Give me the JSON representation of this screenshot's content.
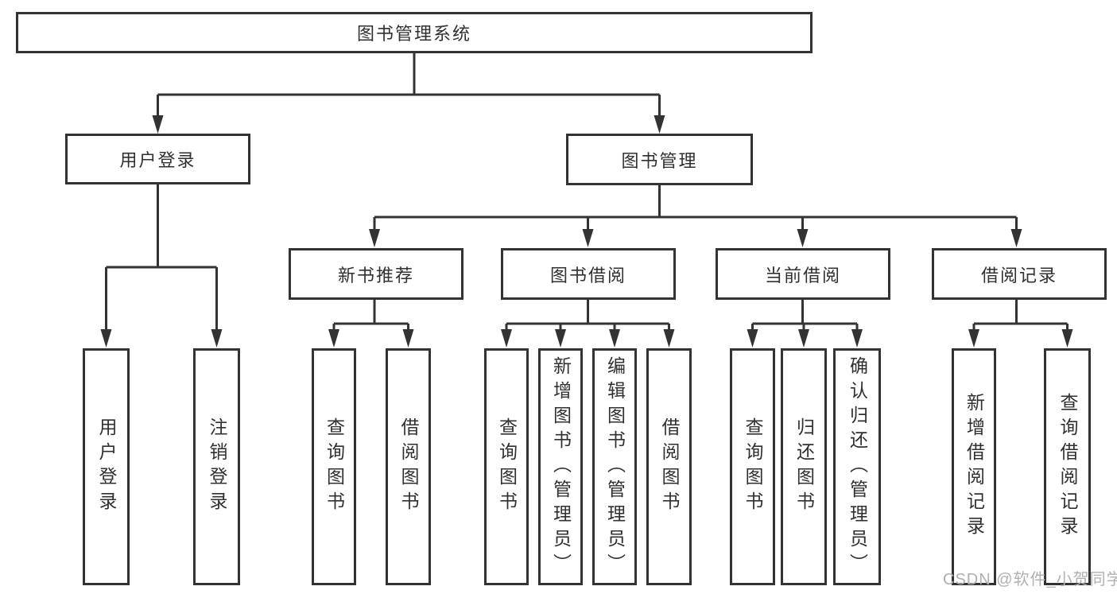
{
  "diagram": {
    "type": "org-tree",
    "root": {
      "label": "图书管理系统"
    },
    "branches": [
      {
        "label": "用户登录",
        "children": [
          {
            "label": "用户登录"
          },
          {
            "label": "注销登录"
          }
        ]
      },
      {
        "label": "图书管理",
        "groups": [
          {
            "label": "新书推荐",
            "children": [
              {
                "label": "查询图书"
              },
              {
                "label": "借阅图书"
              }
            ]
          },
          {
            "label": "图书借阅",
            "children": [
              {
                "label": "查询图书"
              },
              {
                "label": "新增图书（管理员）"
              },
              {
                "label": "编辑图书（管理员）"
              },
              {
                "label": "借阅图书"
              }
            ]
          },
          {
            "label": "当前借阅",
            "children": [
              {
                "label": "查询图书"
              },
              {
                "label": "归还图书"
              },
              {
                "label": "确认归还（管理员）"
              }
            ]
          },
          {
            "label": "借阅记录",
            "children": [
              {
                "label": "新增借阅记录"
              },
              {
                "label": "查询借阅记录"
              }
            ]
          }
        ]
      }
    ]
  },
  "watermark": {
    "text": "CSDN @软件_小贺同学"
  },
  "colors": {
    "line": "#333333",
    "box_border": "#333333",
    "box_bg": "#ffffff",
    "text": "#303030",
    "watermark": "#b0b0b0"
  }
}
